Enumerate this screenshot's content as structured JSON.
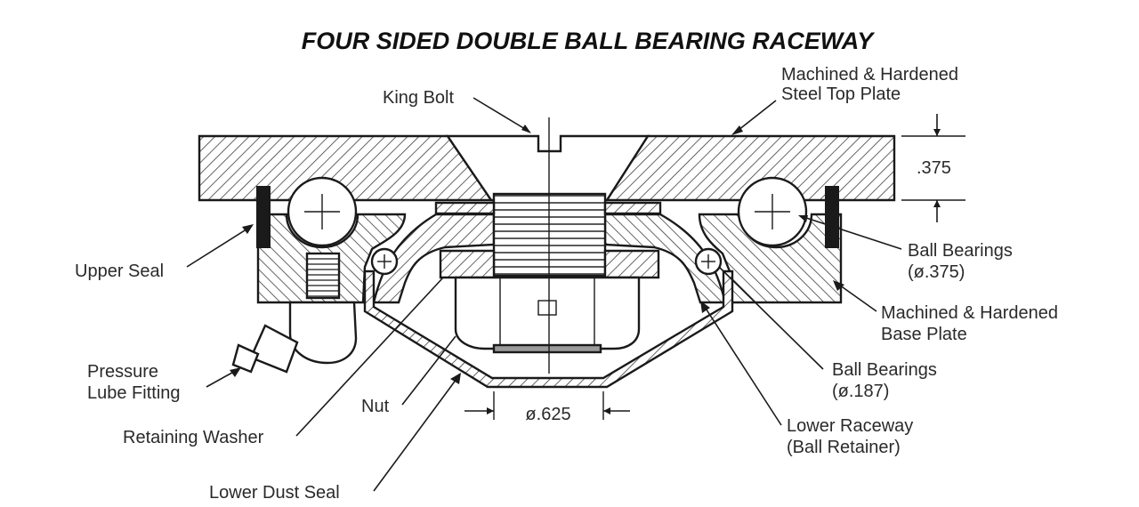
{
  "title": "FOUR SIDED DOUBLE BALL BEARING RACEWAY",
  "labels": {
    "top_plate": [
      "Machined & Hardened",
      "Steel Top Plate"
    ],
    "king_bolt": "King Bolt",
    "upper_seal": "Upper Seal",
    "ball_bearings_large": [
      "Ball Bearings",
      "(ø.375)"
    ],
    "base_plate": [
      "Machined & Hardened",
      "Base Plate"
    ],
    "lube_fitting": [
      "Pressure",
      "Lube Fitting"
    ],
    "nut": "Nut",
    "ball_bearings_small": [
      "Ball Bearings",
      "(ø.187)"
    ],
    "retaining_washer": "Retaining Washer",
    "lower_raceway": [
      "Lower Raceway",
      "(Ball Retainer)"
    ],
    "lower_dust_seal": "Lower Dust Seal"
  },
  "dimensions": {
    "plate_thickness": ".375",
    "bolt_diameter": "ø.625"
  }
}
